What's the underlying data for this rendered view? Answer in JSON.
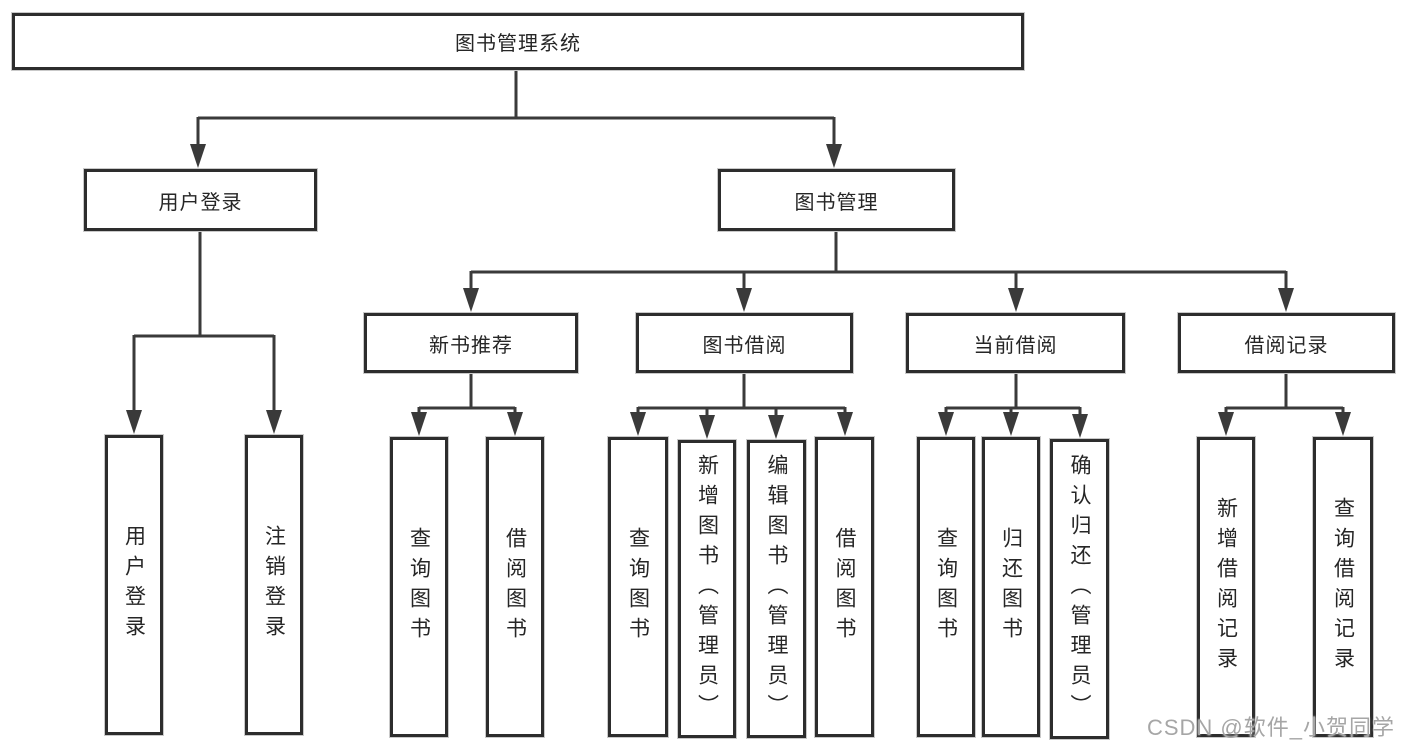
{
  "diagram": {
    "type": "tree",
    "title": "图书管理系统"
  },
  "nodes": {
    "root": "图书管理系统",
    "user_login": "用户登录",
    "book_management": "图书管理",
    "new_book_recommend": "新书推荐",
    "book_borrow": "图书借阅",
    "current_borrow": "当前借阅",
    "borrow_records": "借阅记录",
    "leaf_user_login": "用户登录",
    "leaf_logout_login": "注销登录",
    "leaf_recommend_query_book": "查询图书",
    "leaf_recommend_borrow_book": "借阅图书",
    "leaf_borrow_query_book": "查询图书",
    "leaf_borrow_add_book": "新增图书（管理员）",
    "leaf_borrow_edit_book": "编辑图书（管理员）",
    "leaf_borrow_borrow_book": "借阅图书",
    "leaf_current_query_book": "查询图书",
    "leaf_current_return_book": "归还图书",
    "leaf_current_confirm_return": "确认归还（管理员）",
    "leaf_records_add_record": "新增借阅记录",
    "leaf_records_query_record": "查询借阅记录"
  },
  "watermark": {
    "text": "CSDN @软件_小贺同学"
  },
  "colors": {
    "line": "#3a3a3a",
    "border": "#2d2d2d",
    "text": "#262626",
    "background": "#ffffff",
    "watermark": "#a6a6a6"
  }
}
